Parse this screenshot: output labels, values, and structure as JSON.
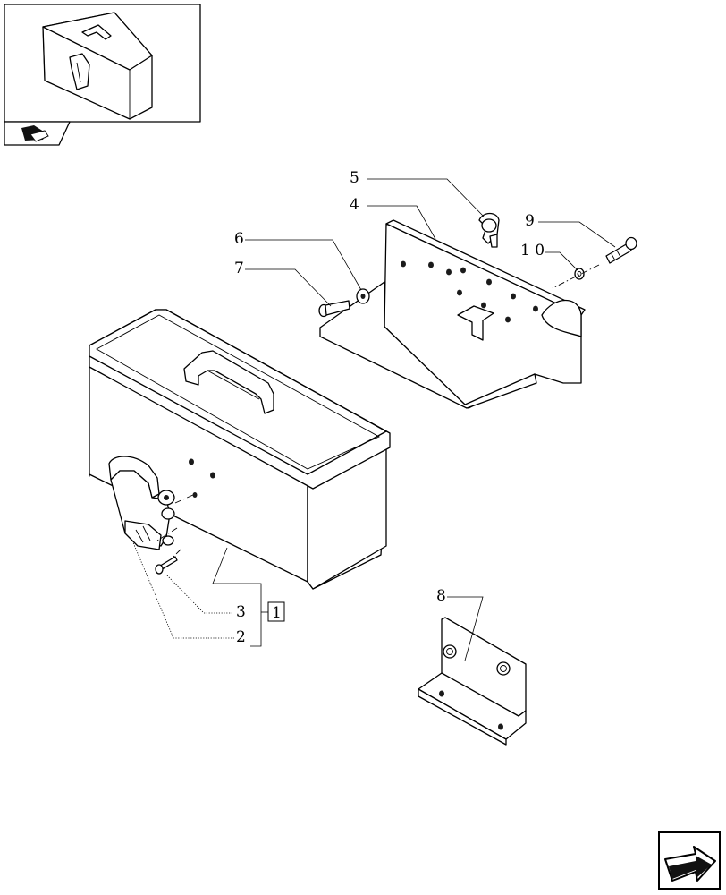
{
  "callouts": {
    "c1": "1",
    "c2": "2",
    "c3": "3",
    "c4": "4",
    "c5": "5",
    "c6": "6",
    "c7": "7",
    "c8": "8",
    "c9": "9",
    "c10": "1 0"
  },
  "icons": {
    "thumbnail": "toolbox-thumbnail-icon",
    "thumb_tab": "vehicle-section-icon",
    "next_page": "next-page-arrow-icon"
  }
}
